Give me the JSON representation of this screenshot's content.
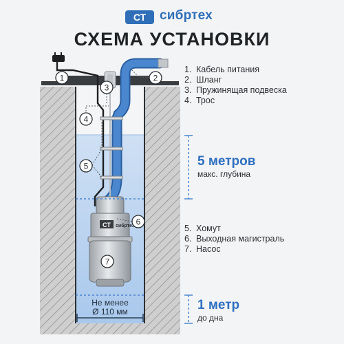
{
  "brand": {
    "name": "сибртех",
    "logo_letters": "СТ"
  },
  "title": "СХЕМА УСТАНОВКИ",
  "legend_top": [
    {
      "num": "1.",
      "text": "Кабель питания"
    },
    {
      "num": "2.",
      "text": "Шланг"
    },
    {
      "num": "3.",
      "text": "Пружинящая подвеска"
    },
    {
      "num": "4.",
      "text": "Трос"
    }
  ],
  "legend_bottom": [
    {
      "num": "5.",
      "text": "Хомут"
    },
    {
      "num": "6.",
      "text": "Выходная магистраль"
    },
    {
      "num": "7.",
      "text": "Насос"
    }
  ],
  "callouts": [
    "1",
    "2",
    "3",
    "4",
    "5",
    "6",
    "7"
  ],
  "depth_max": {
    "value": "5 метров",
    "caption": "макс. глубина"
  },
  "depth_bottom": {
    "value": "1 метр",
    "caption": "до дна"
  },
  "well_min": {
    "line1": "Не менее",
    "line2": "Ø 110 мм"
  },
  "pump_logo": {
    "letters": "СТ",
    "name": "сибртех"
  },
  "colors": {
    "accent": "#2f6fb8",
    "water": "#b9d2ee",
    "hose": "#4a87cf",
    "wall": "#cfcfcf"
  }
}
